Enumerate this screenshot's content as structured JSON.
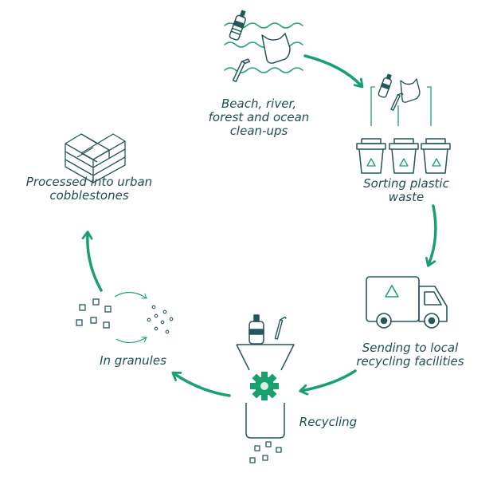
{
  "diagram": {
    "title": "",
    "colors": {
      "accent": "#1aa06e",
      "ink": "#1f4d52",
      "line": "#24575b"
    },
    "steps": [
      {
        "id": "cleanups",
        "icon": "bottle-bag-straw-waves-icon",
        "line1": "Beach, river,",
        "line2": "forest and ocean",
        "line3": "clean-ups"
      },
      {
        "id": "sorting",
        "icon": "recycling-bins-icon",
        "line1": "Sorting plastic",
        "line2": "waste"
      },
      {
        "id": "sending",
        "icon": "recycling-truck-icon",
        "line1": "Sending to local",
        "line2": "recycling facilities"
      },
      {
        "id": "recycling",
        "icon": "shredder-gear-icon",
        "line1": "Recycling"
      },
      {
        "id": "granules",
        "icon": "granules-icon",
        "line1": "In granules"
      },
      {
        "id": "cobblestones",
        "icon": "cobblestones-icon",
        "line1": "Processed into urban",
        "line2": "cobblestones"
      }
    ]
  }
}
